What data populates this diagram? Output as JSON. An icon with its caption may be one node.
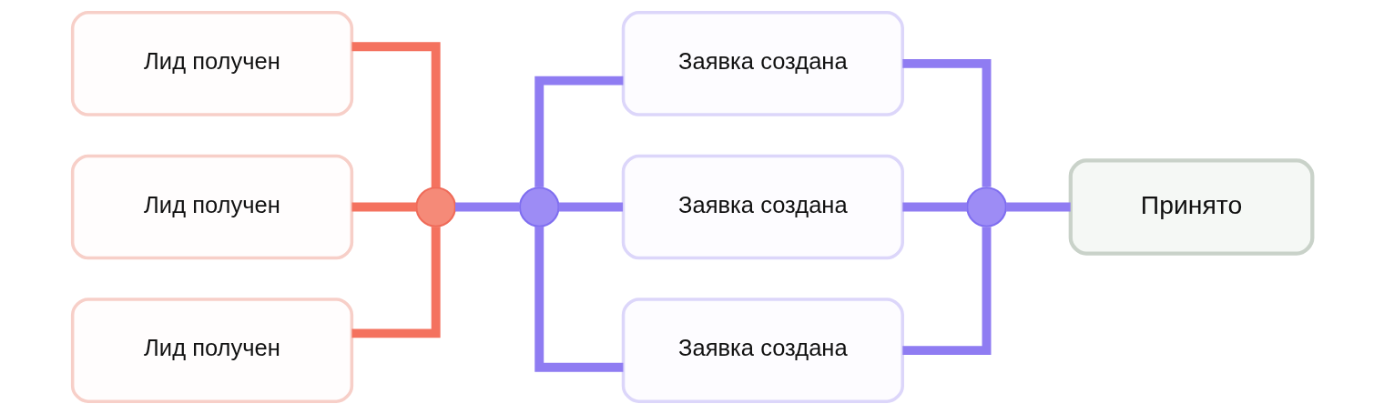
{
  "diagram": {
    "nodes": [
      {
        "text": [
          "Лид получен"
        ]
      },
      {
        "text": [
          "Лид получен"
        ]
      },
      {
        "text": [
          "Лид получен"
        ]
      },
      {
        "text": [],
        "shape": "circle"
      },
      {
        "text": [],
        "shape": "circle"
      },
      {
        "text": [
          "Заявка создана"
        ]
      },
      {
        "text": [
          "Заявка создана"
        ]
      },
      {
        "text": [
          "Заявка создана"
        ]
      },
      {
        "text": [],
        "shape": "circle"
      },
      {
        "text": [
          "Принято"
        ]
      }
    ],
    "edges": [
      {
        "from": 0,
        "to": 3,
        "arrow": "none",
        "color": "#f4725f"
      },
      {
        "from": 1,
        "to": 3,
        "arrow": "none",
        "color": "#f4725f"
      },
      {
        "from": 2,
        "to": 3,
        "arrow": "none",
        "color": "#f4725f"
      },
      {
        "from": 3,
        "to": 4,
        "arrow": "none"
      },
      {
        "from": 4,
        "to": 5,
        "arrow": "none"
      },
      {
        "from": 4,
        "to": 6,
        "arrow": "none"
      },
      {
        "from": 4,
        "to": 7,
        "arrow": "none"
      },
      {
        "from": 5,
        "to": 8,
        "arrow": "none"
      },
      {
        "from": 6,
        "to": 8,
        "arrow": "none"
      },
      {
        "from": 7,
        "to": 8,
        "arrow": "none"
      },
      {
        "from": 8,
        "to": 9,
        "arrow": "none"
      }
    ]
  }
}
